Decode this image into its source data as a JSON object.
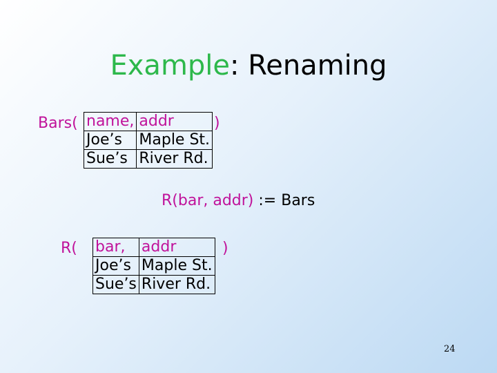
{
  "title": {
    "accent": "Example",
    "rest": ": Renaming"
  },
  "bars": {
    "label": "Bars(",
    "close_paren": ")",
    "headers": [
      "name,",
      "addr"
    ],
    "rows": [
      [
        "Joe’s",
        "Maple St."
      ],
      [
        "Sue’s",
        "River Rd."
      ]
    ]
  },
  "statement": {
    "lhs": "R(bar, addr)",
    "op": " := Bars"
  },
  "result": {
    "label": "R(",
    "close_paren": ")",
    "headers": [
      "bar,",
      "addr"
    ],
    "rows": [
      [
        "Joe’s",
        "Maple St."
      ],
      [
        "Sue’s",
        "River Rd."
      ]
    ]
  },
  "page_number": "24",
  "colors": {
    "accent_green": "#2db84b",
    "magenta": "#c0129a"
  }
}
